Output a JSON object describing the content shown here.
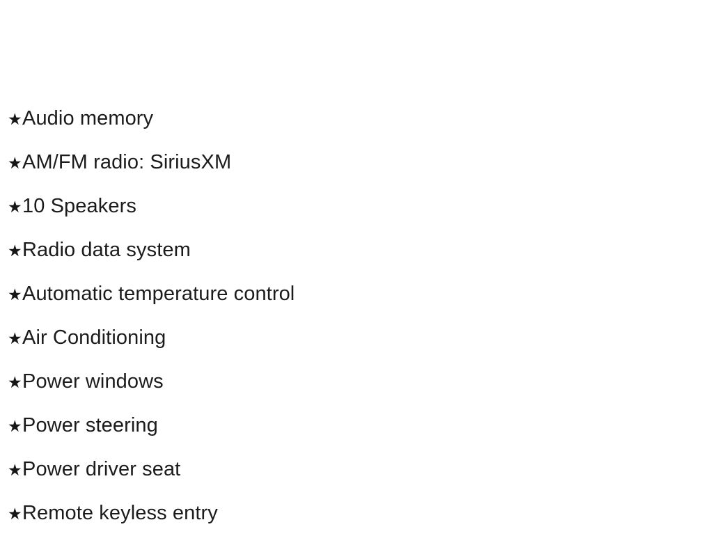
{
  "page": {
    "background_color": "#ffffff",
    "text_color": "#1b1b1b",
    "bullet_color": "#161616"
  },
  "features": {
    "bullet_icon": "star-icon",
    "bullet_glyph": "★",
    "items": [
      {
        "label": "Audio memory"
      },
      {
        "label": "AM/FM radio: SiriusXM"
      },
      {
        "label": "10 Speakers"
      },
      {
        "label": "Radio data system"
      },
      {
        "label": "Automatic temperature control"
      },
      {
        "label": "Air Conditioning"
      },
      {
        "label": "Power windows"
      },
      {
        "label": "Power steering"
      },
      {
        "label": "Power driver seat"
      },
      {
        "label": "Remote keyless entry"
      }
    ]
  }
}
